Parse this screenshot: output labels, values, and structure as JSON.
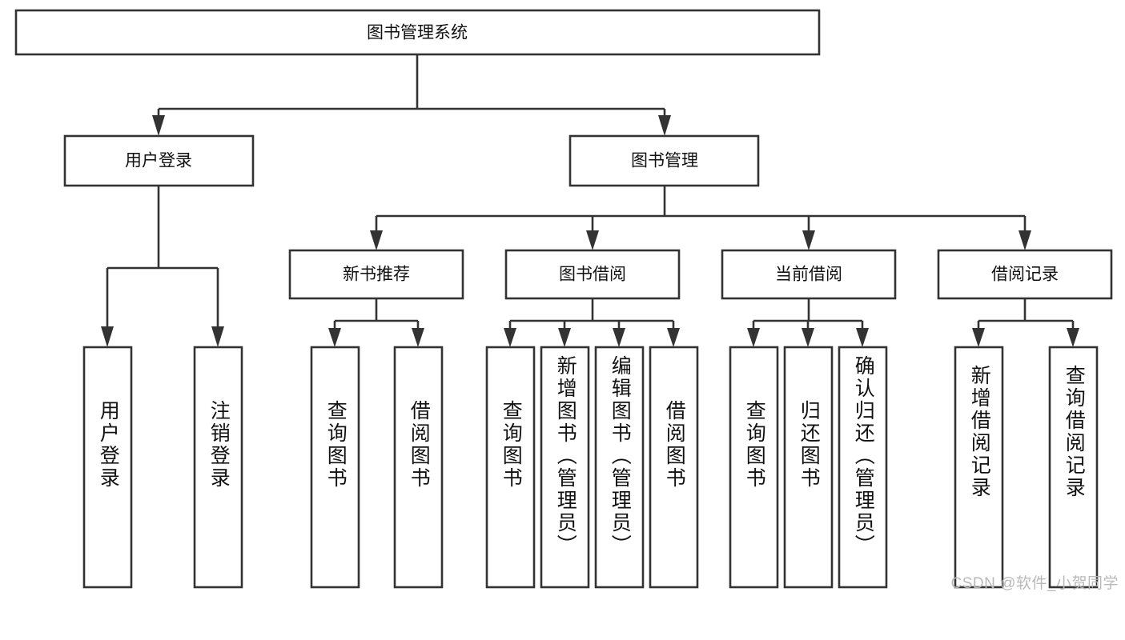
{
  "diagram": {
    "title": "图书管理系统",
    "watermark": "CSDN @软件_小贺同学",
    "type": "tree-hierarchy-chart",
    "colors": {
      "box_fill": "#ffffff",
      "box_stroke": "#333333",
      "text": "#111111",
      "watermark": "#b9b9b9",
      "background": "#ffffff"
    },
    "levels": {
      "root": {
        "label": "图书管理系统"
      },
      "level2": [
        {
          "label": "用户登录"
        },
        {
          "label": "图书管理"
        }
      ],
      "level3": [
        {
          "label": "新书推荐"
        },
        {
          "label": "图书借阅"
        },
        {
          "label": "当前借阅"
        },
        {
          "label": "借阅记录"
        }
      ]
    },
    "leaves": {
      "user_login": [
        {
          "label": "用户登录"
        },
        {
          "label": "注销登录"
        }
      ],
      "new_book_recommend": [
        {
          "label": "查询图书"
        },
        {
          "label": "借阅图书"
        }
      ],
      "book_borrow": [
        {
          "label": "查询图书"
        },
        {
          "label": "新增图书（管理员）"
        },
        {
          "label": "编辑图书（管理员）"
        },
        {
          "label": "借阅图书"
        }
      ],
      "current_borrow": [
        {
          "label": "查询图书"
        },
        {
          "label": "归还图书"
        },
        {
          "label": "确认归还（管理员）"
        }
      ],
      "borrow_record": [
        {
          "label": "新增借阅记录"
        },
        {
          "label": "查询借阅记录"
        }
      ]
    }
  }
}
